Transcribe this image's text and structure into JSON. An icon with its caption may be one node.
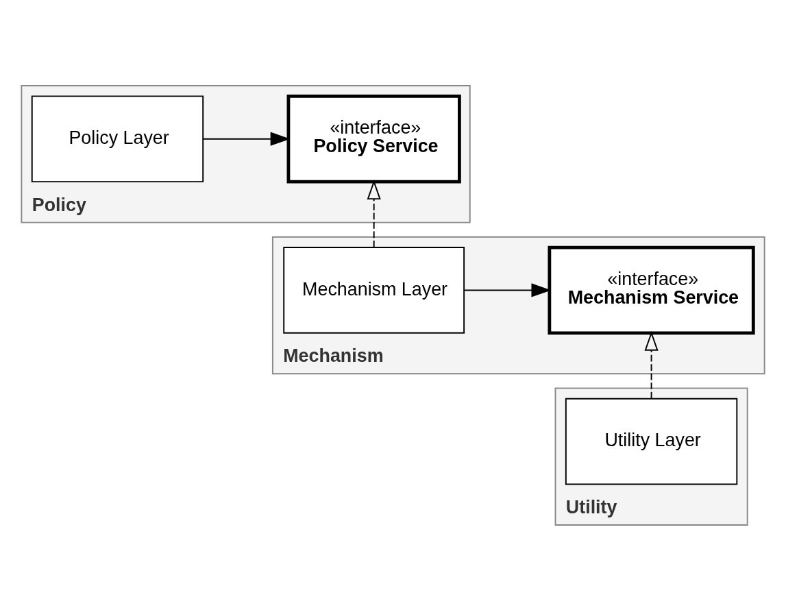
{
  "diagram": {
    "nodes": [
      {
        "text": [
          "Policy"
        ]
      },
      {
        "text": [
          "Policy Layer"
        ],
        "in": 0
      },
      {
        "text": [
          "«interface»",
          "Policy Service"
        ],
        "in": 0
      },
      {
        "text": [
          "Mechanism"
        ]
      },
      {
        "text": [
          "Mechanism Layer"
        ],
        "in": 3
      },
      {
        "text": [
          "«interface»",
          "Mechanism Service"
        ],
        "in": 3
      },
      {
        "text": [
          "Utility"
        ]
      },
      {
        "text": [
          "Utility Layer"
        ],
        "in": 6
      }
    ],
    "edges": [
      {
        "from": 1,
        "to": 2,
        "arrow": "to"
      },
      {
        "from": 4,
        "to": 2,
        "arrow": "to",
        "style": "dashed"
      },
      {
        "from": 4,
        "to": 5,
        "arrow": "to"
      },
      {
        "from": 7,
        "to": 5,
        "arrow": "to",
        "style": "dashed"
      }
    ]
  }
}
